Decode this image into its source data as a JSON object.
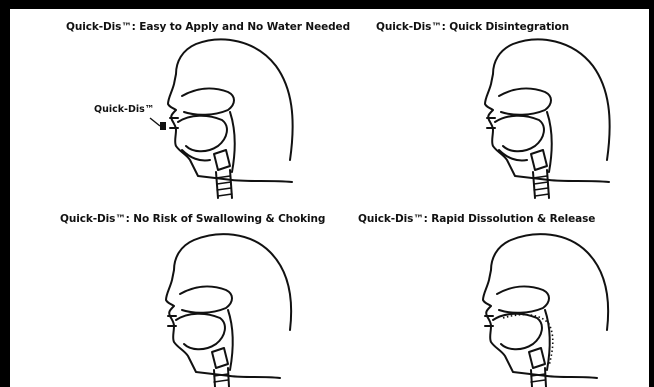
{
  "panels": [
    {
      "title": "Quick-Dis™: Easy to Apply and No Water Needed",
      "callout": "Quick-Dis™"
    },
    {
      "title": "Quick-Dis™:  Quick Disintegration"
    },
    {
      "title": "Quick-Dis™: No Risk of Swallowing & Choking"
    },
    {
      "title": "Quick-Dis™:  Rapid Dissolution & Release"
    }
  ]
}
